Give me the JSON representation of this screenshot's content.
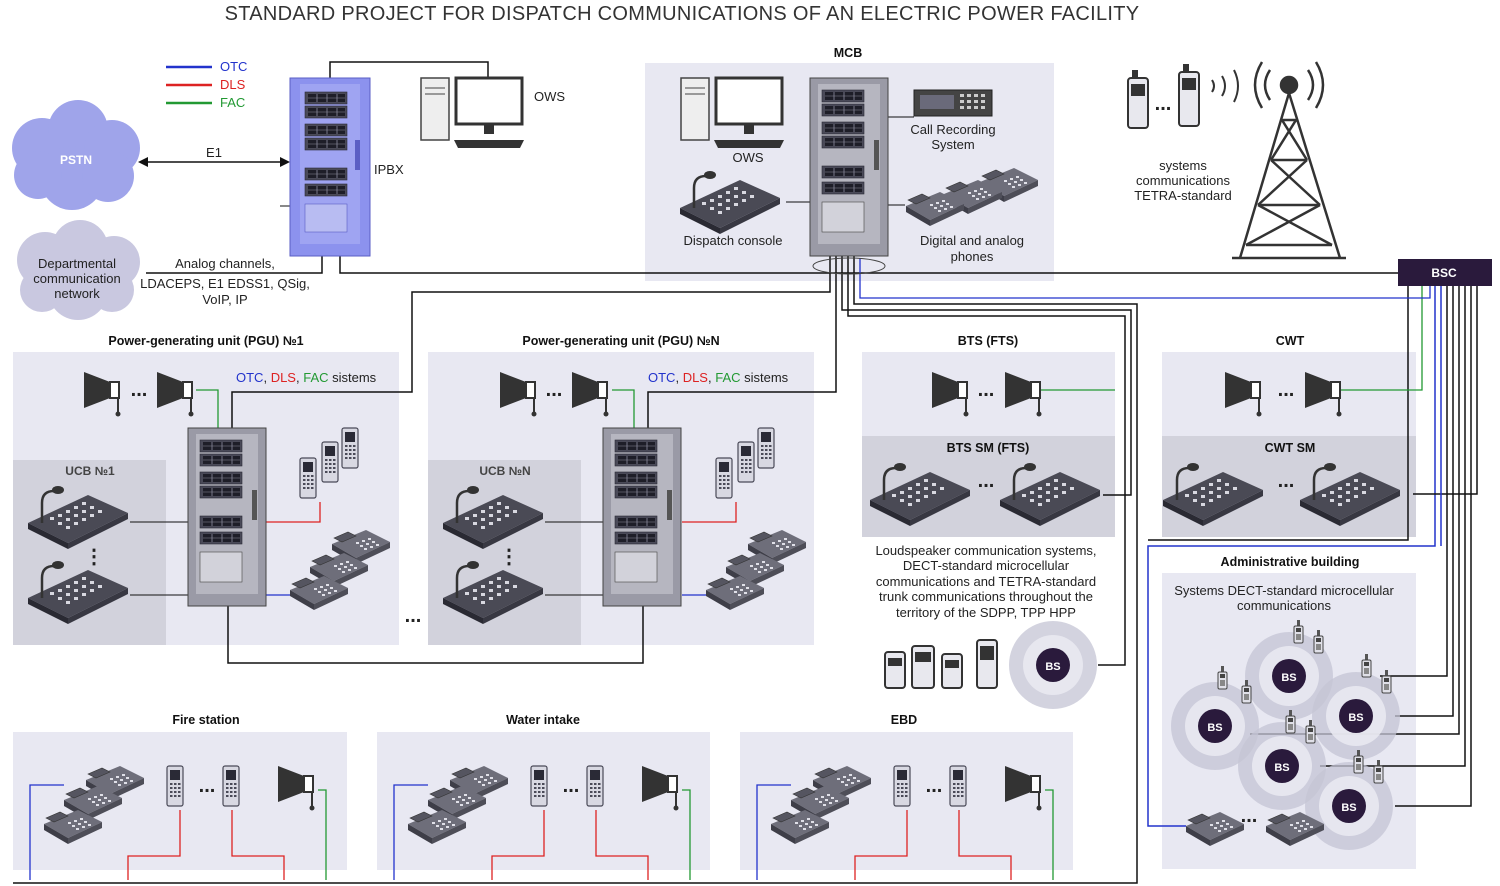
{
  "title": "STANDARD PROJECT FOR DISPATCH COMMUNICATIONS OF AN ELECTRIC POWER FACILITY",
  "legend": [
    {
      "label": "OTC",
      "color": "#2233cc"
    },
    {
      "label": "DLS",
      "color": "#dd2222"
    },
    {
      "label": "FAC",
      "color": "#229933"
    }
  ],
  "colors": {
    "otc": "#2233cc",
    "dls": "#dd2222",
    "fac": "#229933",
    "panel": "#e8e8f2",
    "panel_dark": "#d2d2dc",
    "cloud": "#9fa4ea",
    "cloud_gray": "#c9c8e0",
    "bsc": "#2a1a3c",
    "bs": "#2a1a3c"
  },
  "clouds": {
    "pstn": "PSTN",
    "dept_line1": "Departmental",
    "dept_line2": "communication",
    "dept_line3": "network"
  },
  "labels": {
    "e1": "E1",
    "ipbx": "IPBX",
    "ows_top": "OWS",
    "analog_line1": "Analog channels,",
    "analog_line2": "LDACEPS, E1 EDSS1, QSig,",
    "analog_line3": "VoIP, IP",
    "mcb": "MCB",
    "mcb_ows": "OWS",
    "call_rec_line1": "Call Recording",
    "call_rec_line2": "System",
    "dispatch_console": "Dispatch console",
    "phones_line1": "Digital and analog",
    "phones_line2": "phones",
    "tetra_line1": "systems",
    "tetra_line2": "communications",
    "tetra_line3": "TETRA-standard",
    "bsc": "BSC",
    "dots": "...",
    "ellipsis": "...",
    "vdots": "⋮"
  },
  "pgu1": {
    "title": "Power-generating unit (PGU) №1",
    "ucb": "UCB №1",
    "sys_otc": "OTC",
    "sys_sep1": ", ",
    "sys_dls": "DLS",
    "sys_sep2": ", ",
    "sys_fac": "FAC",
    "sys_tail": " sistems"
  },
  "pgun": {
    "title": "Power-generating unit (PGU)  №N",
    "ucb": "UCB №N",
    "sys_otc": "OTC",
    "sys_sep1": ", ",
    "sys_dls": "DLS",
    "sys_sep2": ", ",
    "sys_fac": "FAC",
    "sys_tail": " sistems"
  },
  "bts": {
    "title": "BTS  (FTS)",
    "sm": "BTS SM (FTS)"
  },
  "cwt": {
    "title": "CWT",
    "sm": "CWT SM"
  },
  "loudspeaker_desc": [
    "Loudspeaker communication systems,",
    "DECT-standard microcellular",
    "communications and TETRA-standard",
    "trunk communications throughout the",
    "territory of the SDPP, TPP HPP"
  ],
  "bs_label": "BS",
  "admin": {
    "title": "Administrative building",
    "desc_line1": "Systems DECT-standard microcellular",
    "desc_line2": "communications"
  },
  "fire_station": "Fire station",
  "water_intake": "Water intake",
  "ebd": "EBD"
}
